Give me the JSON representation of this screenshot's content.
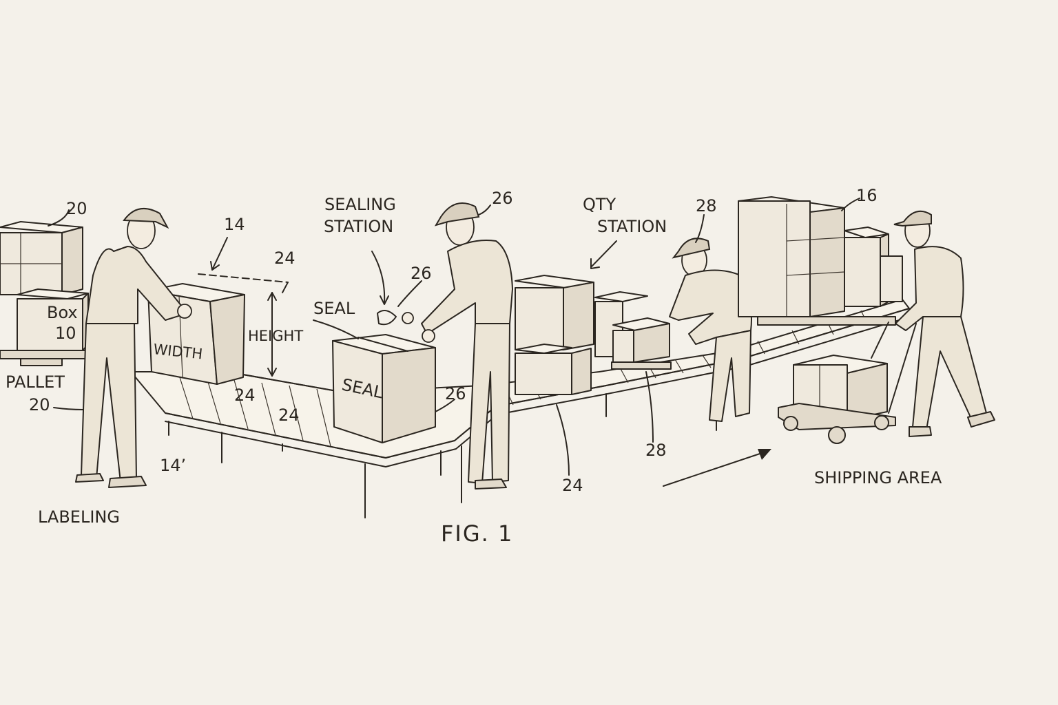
{
  "labels": {
    "pallet_ref_top": "20",
    "box_label": "Box",
    "box_number": "10",
    "pallet_label": "PALLET",
    "pallet_number": "20",
    "labeling": "LABELING",
    "ref_14": "14",
    "ref_14_prime": "14’",
    "ref_24_top": "24",
    "width": "WIDTH",
    "height": "HEIGHT",
    "ref_24_a": "24",
    "ref_24_b": "24",
    "sealing_station_line1": "SEALING",
    "sealing_station_line2": "STATION",
    "seal_label": "SEAL",
    "seal_box_text": "SEAL",
    "ref_26_top": "26",
    "ref_26_mid": "26",
    "ref_26_box": "26",
    "qty_station_line1": "QTY",
    "qty_station_line2": "STATION",
    "ref_28_top": "28",
    "ref_28_bottom": "28",
    "ref_16": "16",
    "ref_24_c": "24",
    "shipping_area": "SHIPPING AREA",
    "fig_caption": "FIG. 1"
  },
  "colors": {
    "paper": "#f4f1ea",
    "ink": "#2b2620"
  }
}
